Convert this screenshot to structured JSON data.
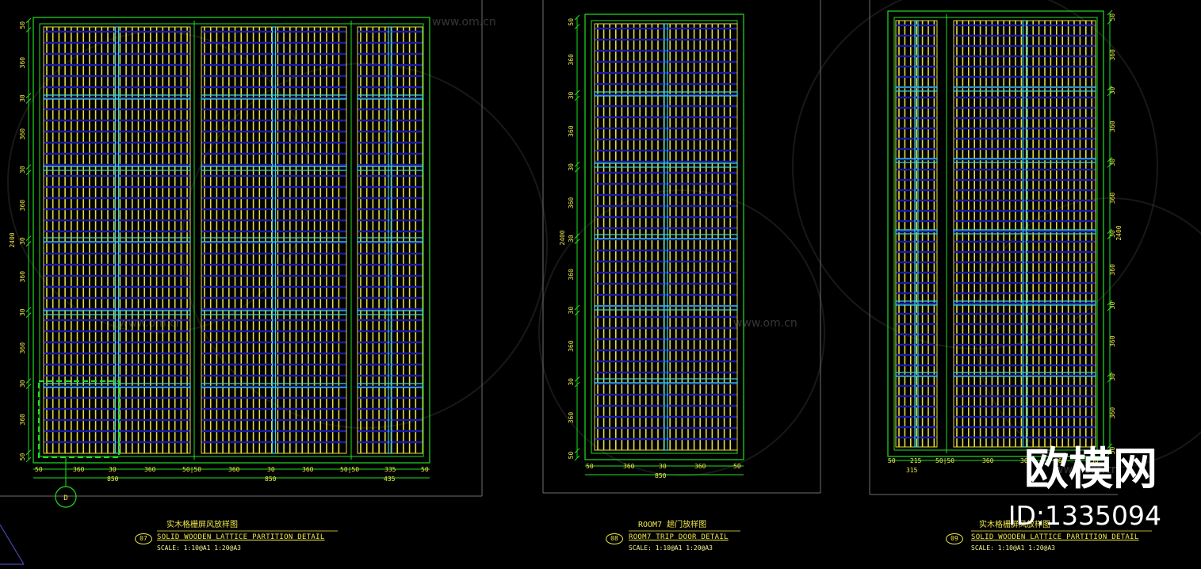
{
  "drawings": [
    {
      "badge": "07",
      "title_cn": "实木格栅屏风放样图",
      "title_en": "SOLID WOODEN LATTICE PARTITION DETAIL",
      "scale": "SCALE:     1:10@A1   1:20@A3",
      "height_total": "2400",
      "bottom_dims": [
        "50",
        "360",
        "30",
        "360",
        "50|50",
        "360",
        "30",
        "360",
        "50|50",
        "335",
        "50"
      ],
      "bottom_totals": [
        "850",
        "850",
        "435"
      ],
      "section_marker": "D"
    },
    {
      "badge": "08",
      "title_cn": "ROOM7  趟门放样图",
      "title_en": "ROOM7  TRIP DOOR DETAIL",
      "scale": "SCALE:     1:10@A1   1:20@A3",
      "height_total": "2400",
      "bottom_dims": [
        "50",
        "360",
        "30",
        "360",
        "50"
      ],
      "bottom_totals": [
        "850"
      ]
    },
    {
      "badge": "09",
      "title_cn": "实木格栅屏风放样图",
      "title_en": "SOLID WOODEN LATTICE PARTITION DETAIL",
      "scale": "SCALE:     1:10@A1   1:20@A3",
      "height_total": "2400",
      "bottom_dims": [
        "50",
        "215",
        "50|50",
        "360",
        "30",
        "360",
        "50"
      ],
      "bottom_totals": [
        "315"
      ]
    }
  ],
  "vertical_dims": [
    "50",
    "360",
    "30",
    "360",
    "30",
    "360",
    "30",
    "360",
    "30",
    "360",
    "30",
    "360",
    "50"
  ],
  "watermark": {
    "brand": "欧模网",
    "id": "ID:1335094",
    "site": "www.om.cn"
  },
  "colors": {
    "background": "#000000",
    "frame": "#1fe01f",
    "lattice_vertical": "#e4dc3c",
    "lattice_horizontal": "#1a1aa8",
    "rail": "#38d0d8",
    "text": "#f0e84a",
    "dashed_marker": "#22dd22"
  }
}
